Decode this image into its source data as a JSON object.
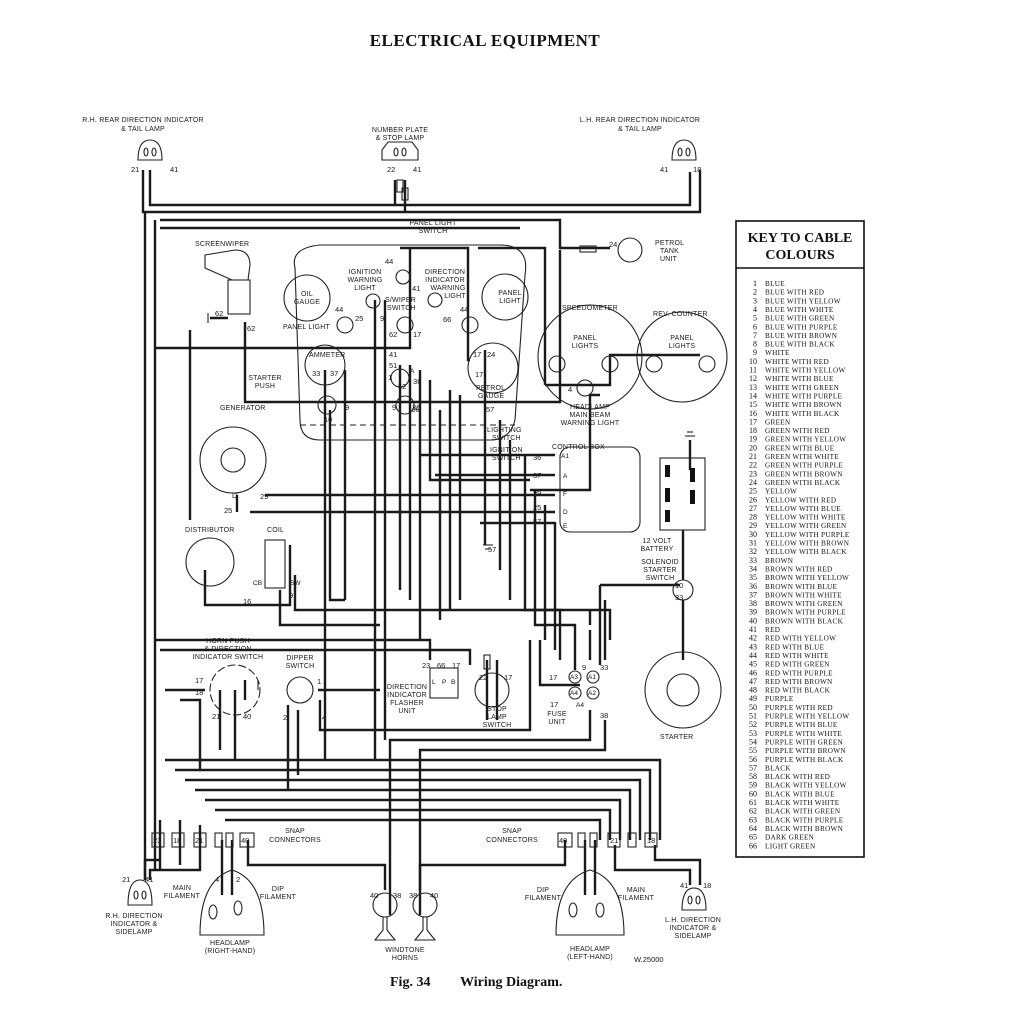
{
  "page_title": "ELECTRICAL EQUIPMENT",
  "caption": {
    "fig": "Fig. 34",
    "text": "Wiring Diagram."
  },
  "drawing_number": "W.25000",
  "labels": {
    "rh_rear": [
      "R.H. REAR DIRECTION INDICATOR",
      "& TAIL LAMP"
    ],
    "number_plate": [
      "NUMBER PLATE",
      "& STOP LAMP"
    ],
    "lh_rear": [
      "L.H. REAR DIRECTION INDICATOR",
      "& TAIL LAMP"
    ],
    "panel_light_switch": [
      "PANEL LIGHT",
      "SWITCH"
    ],
    "petrol_tank_unit": [
      "PETROL",
      "TANK",
      "UNIT"
    ],
    "screenwiper": "SCREENWIPER",
    "oil_gauge": [
      "OIL",
      "GAUGE"
    ],
    "ignition_warning_light": [
      "IGNITION",
      "WARNING",
      "LIGHT"
    ],
    "direction_indicator_warning_light": [
      "DIRECTION",
      "INDICATOR",
      "WARNING",
      "LIGHT"
    ],
    "swiper_switch": [
      "S/WIPER",
      "SWITCH"
    ],
    "panel_light": "PANEL LIGHT",
    "panel_light_right": [
      "PANEL",
      "LIGHT"
    ],
    "speedometer": "SPEEDOMETER",
    "rev_counter": "REV. COUNTER",
    "panel_lights_speedo": [
      "PANEL",
      "LIGHTS"
    ],
    "panel_lights_rev": [
      "PANEL",
      "LIGHTS"
    ],
    "ammeter": "AMMETER",
    "starter_push": [
      "STARTER",
      "PUSH"
    ],
    "petrol_gauge": [
      "PETROL",
      "GAUGE"
    ],
    "headlamp_warning": [
      "HEADLAMP",
      "MAIN BEAM",
      "WARNING LIGHT"
    ],
    "generator": "GENERATOR",
    "lighting_switch": [
      "LIGHTING",
      "SWITCH"
    ],
    "ignition_switch": [
      "IGNITION",
      "SWITCH"
    ],
    "control_box": "CONTROL BOX",
    "battery": [
      "12 VOLT",
      "BATTERY"
    ],
    "solenoid": [
      "SOLENOID",
      "STARTER",
      "SWITCH"
    ],
    "distributor": "DISTRIBUTOR",
    "coil": "COIL",
    "horn_push": [
      "HORN PUSH",
      "& DIRECTION",
      "INDICATOR SWITCH"
    ],
    "dipper_switch": [
      "DIPPER",
      "SWITCH"
    ],
    "flasher_unit": [
      "DIRECTION",
      "INDICATOR",
      "FLASHER",
      "UNIT"
    ],
    "stop_lamp_switch": [
      "STOP",
      "LAMP",
      "SWITCH"
    ],
    "fuse_unit": [
      "FUSE",
      "UNIT"
    ],
    "starter": "STARTER",
    "snap_connectors_left": [
      "SNAP",
      "CONNECTORS"
    ],
    "snap_connectors_right": [
      "SNAP",
      "CONNECTORS"
    ],
    "rh_side": [
      "R.H. DIRECTION",
      "INDICATOR &",
      "SIDELAMP"
    ],
    "main_filament_rh": [
      "MAIN",
      "FILAMENT"
    ],
    "dip_filament_rh": [
      "DIP",
      "FILAMENT"
    ],
    "headlamp_rh": [
      "HEADLAMP",
      "(RIGHT-HAND)"
    ],
    "windtone_horns": [
      "WINDTONE",
      "HORNS"
    ],
    "dip_filament_lh": [
      "DIP",
      "FILAMENT"
    ],
    "main_filament_lh": [
      "MAIN",
      "FILAMENT"
    ],
    "headlamp_lh": [
      "HEADLAMP",
      "(LEFT-HAND)"
    ],
    "lh_side": [
      "L.H. DIRECTION",
      "INDICATOR &",
      "SIDELAMP"
    ]
  },
  "terminals": {
    "control_box": [
      "A1",
      "A",
      "F",
      "D",
      "E"
    ],
    "fuse": [
      "A3",
      "A1",
      "A4",
      "A4",
      "A2"
    ],
    "ignition_switch": [
      "A",
      "36"
    ],
    "coil": [
      "CB",
      "SW"
    ],
    "flasher": [
      "L",
      "P",
      "B"
    ]
  },
  "wire_numbers": {
    "rh_rear": [
      "21",
      "41"
    ],
    "number_plate": [
      "22",
      "41"
    ],
    "lh_rear": [
      "41",
      "18"
    ],
    "petrol_tank": "24",
    "screenwiper": [
      "62",
      "62"
    ],
    "dash": [
      "44",
      "41",
      "44",
      "25",
      "9",
      "66",
      "44",
      "62",
      "17",
      "33",
      "37",
      "41",
      "51",
      "1",
      "62",
      "36",
      "9",
      "9",
      "36",
      "10",
      "17",
      "24",
      "17",
      "57"
    ],
    "headlamp_warning": "4",
    "control_box": [
      "36",
      "37",
      "29",
      "25",
      "57"
    ],
    "ground_57": "57",
    "generator": [
      "D",
      "29",
      "25"
    ],
    "distributor": [
      "16",
      "9"
    ],
    "solenoid": [
      "10",
      "33"
    ],
    "horn_push": [
      "17",
      "18",
      "21",
      "40"
    ],
    "dipper": [
      "1",
      "2",
      "4"
    ],
    "flasher": [
      "23",
      "66",
      "17"
    ],
    "stop_lamp": [
      "22",
      "17"
    ],
    "fuse": [
      "17",
      "9",
      "33",
      "17",
      "38"
    ],
    "snap_left": [
      "23",
      "18",
      "21",
      "40"
    ],
    "snap_right": [
      "40",
      "21",
      "18"
    ],
    "rh_side": [
      "21",
      "41"
    ],
    "rh_head": [
      "4",
      "2"
    ],
    "horns": [
      "40",
      "38",
      "38",
      "40"
    ],
    "lh_side": [
      "41",
      "18"
    ]
  },
  "key": {
    "title": [
      "KEY TO CABLE",
      "COLOURS"
    ],
    "items": [
      {
        "n": "1",
        "c": "BLUE"
      },
      {
        "n": "2",
        "c": "BLUE WITH RED"
      },
      {
        "n": "3",
        "c": "BLUE WITH YELLOW"
      },
      {
        "n": "4",
        "c": "BLUE WITH WHITE"
      },
      {
        "n": "5",
        "c": "BLUE WITH GREEN"
      },
      {
        "n": "6",
        "c": "BLUE WITH PURPLE"
      },
      {
        "n": "7",
        "c": "BLUE WITH BROWN"
      },
      {
        "n": "8",
        "c": "BLUE WITH BLACK"
      },
      {
        "n": "9",
        "c": "WHITE"
      },
      {
        "n": "10",
        "c": "WHITE WITH RED"
      },
      {
        "n": "11",
        "c": "WHITE WITH YELLOW"
      },
      {
        "n": "12",
        "c": "WHITE WITH BLUE"
      },
      {
        "n": "13",
        "c": "WHITE WITH GREEN"
      },
      {
        "n": "14",
        "c": "WHITE WITH PURPLE"
      },
      {
        "n": "15",
        "c": "WHITE WITH BROWN"
      },
      {
        "n": "16",
        "c": "WHITE WITH BLACK"
      },
      {
        "n": "17",
        "c": "GREEN"
      },
      {
        "n": "18",
        "c": "GREEN WITH RED"
      },
      {
        "n": "19",
        "c": "GREEN WITH YELLOW"
      },
      {
        "n": "20",
        "c": "GREEN WITH BLUE"
      },
      {
        "n": "21",
        "c": "GREEN WITH WHITE"
      },
      {
        "n": "22",
        "c": "GREEN WITH PURPLE"
      },
      {
        "n": "23",
        "c": "GREEN WITH BROWN"
      },
      {
        "n": "24",
        "c": "GREEN WITH BLACK"
      },
      {
        "n": "25",
        "c": "YELLOW"
      },
      {
        "n": "26",
        "c": "YELLOW WITH RED"
      },
      {
        "n": "27",
        "c": "YELLOW WITH BLUE"
      },
      {
        "n": "28",
        "c": "YELLOW WITH WHITE"
      },
      {
        "n": "29",
        "c": "YELLOW WITH GREEN"
      },
      {
        "n": "30",
        "c": "YELLOW WITH PURPLE"
      },
      {
        "n": "31",
        "c": "YELLOW WITH BROWN"
      },
      {
        "n": "32",
        "c": "YELLOW WITH BLACK"
      },
      {
        "n": "33",
        "c": "BROWN"
      },
      {
        "n": "34",
        "c": "BROWN WITH RED"
      },
      {
        "n": "35",
        "c": "BROWN WITH YELLOW"
      },
      {
        "n": "36",
        "c": "BROWN WITH BLUE"
      },
      {
        "n": "37",
        "c": "BROWN WITH WHITE"
      },
      {
        "n": "38",
        "c": "BROWN WITH GREEN"
      },
      {
        "n": "39",
        "c": "BROWN WITH PURPLE"
      },
      {
        "n": "40",
        "c": "BROWN WITH BLACK"
      },
      {
        "n": "41",
        "c": "RED"
      },
      {
        "n": "42",
        "c": "RED WITH YELLOW"
      },
      {
        "n": "43",
        "c": "RED WITH BLUE"
      },
      {
        "n": "44",
        "c": "RED WITH WHITE"
      },
      {
        "n": "45",
        "c": "RED WITH GREEN"
      },
      {
        "n": "46",
        "c": "RED WITH PURPLE"
      },
      {
        "n": "47",
        "c": "RED WITH BROWN"
      },
      {
        "n": "48",
        "c": "RED WITH BLACK"
      },
      {
        "n": "49",
        "c": "PURPLE"
      },
      {
        "n": "50",
        "c": "PURPLE WITH RED"
      },
      {
        "n": "51",
        "c": "PURPLE WITH YELLOW"
      },
      {
        "n": "52",
        "c": "PURPLE WITH BLUE"
      },
      {
        "n": "53",
        "c": "PURPLE WITH WHITE"
      },
      {
        "n": "54",
        "c": "PURPLE WITH GREEN"
      },
      {
        "n": "55",
        "c": "PURPLE WITH BROWN"
      },
      {
        "n": "56",
        "c": "PURPLE WITH BLACK"
      },
      {
        "n": "57",
        "c": "BLACK"
      },
      {
        "n": "58",
        "c": "BLACK WITH RED"
      },
      {
        "n": "59",
        "c": "BLACK WITH YELLOW"
      },
      {
        "n": "60",
        "c": "BLACK WITH BLUE"
      },
      {
        "n": "61",
        "c": "BLACK WITH WHITE"
      },
      {
        "n": "62",
        "c": "BLACK WITH GREEN"
      },
      {
        "n": "63",
        "c": "BLACK WITH PURPLE"
      },
      {
        "n": "64",
        "c": "BLACK WITH BROWN"
      },
      {
        "n": "65",
        "c": "DARK GREEN"
      },
      {
        "n": "66",
        "c": "LIGHT GREEN"
      }
    ]
  }
}
